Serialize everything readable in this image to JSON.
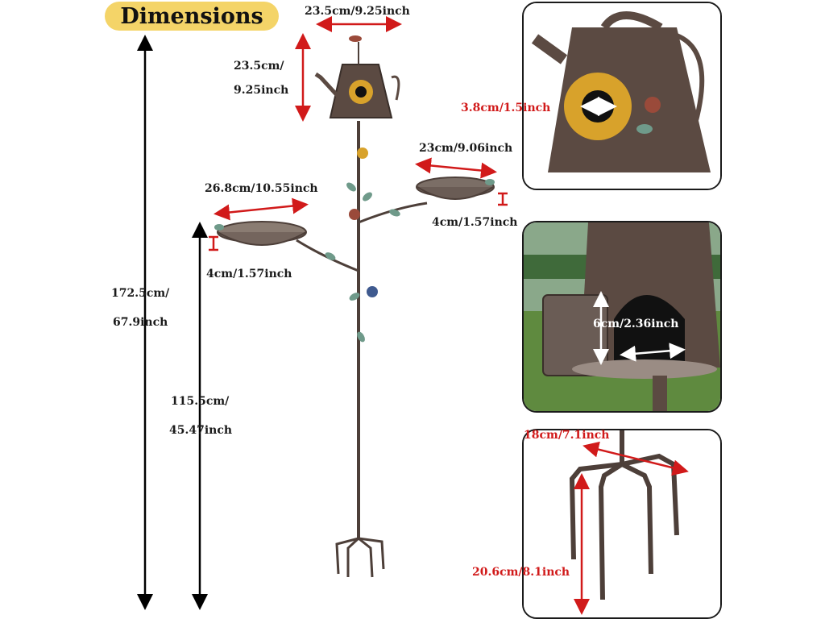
{
  "title": "Dimensions",
  "labels": {
    "top_width": "23.5cm/9.25inch",
    "teapot_height_line1": "23.5cm/",
    "teapot_height_line2": "9.25inch",
    "right_tray_width": "23cm/9.06inch",
    "right_tray_depth": "4cm/1.57inch",
    "left_tray_width": "26.8cm/10.55inch",
    "left_tray_depth": "4cm/1.57inch",
    "total_height_line1": "172.5cm/",
    "total_height_line2": "67.9inch",
    "tray_height_line1": "115.5cm/",
    "tray_height_line2": "45.47inch",
    "hole_diameter": "3.8cm/1.5inch",
    "door_size": "6cm/2.36inch",
    "base_width": "18cm/7.1inch",
    "base_height": "20.6cm/8.1inch"
  },
  "colors": {
    "badge": "#f4d468",
    "dimension_arrow": "#d11a1a",
    "total_arrow": "#000000",
    "metal": "#5b4a42"
  }
}
